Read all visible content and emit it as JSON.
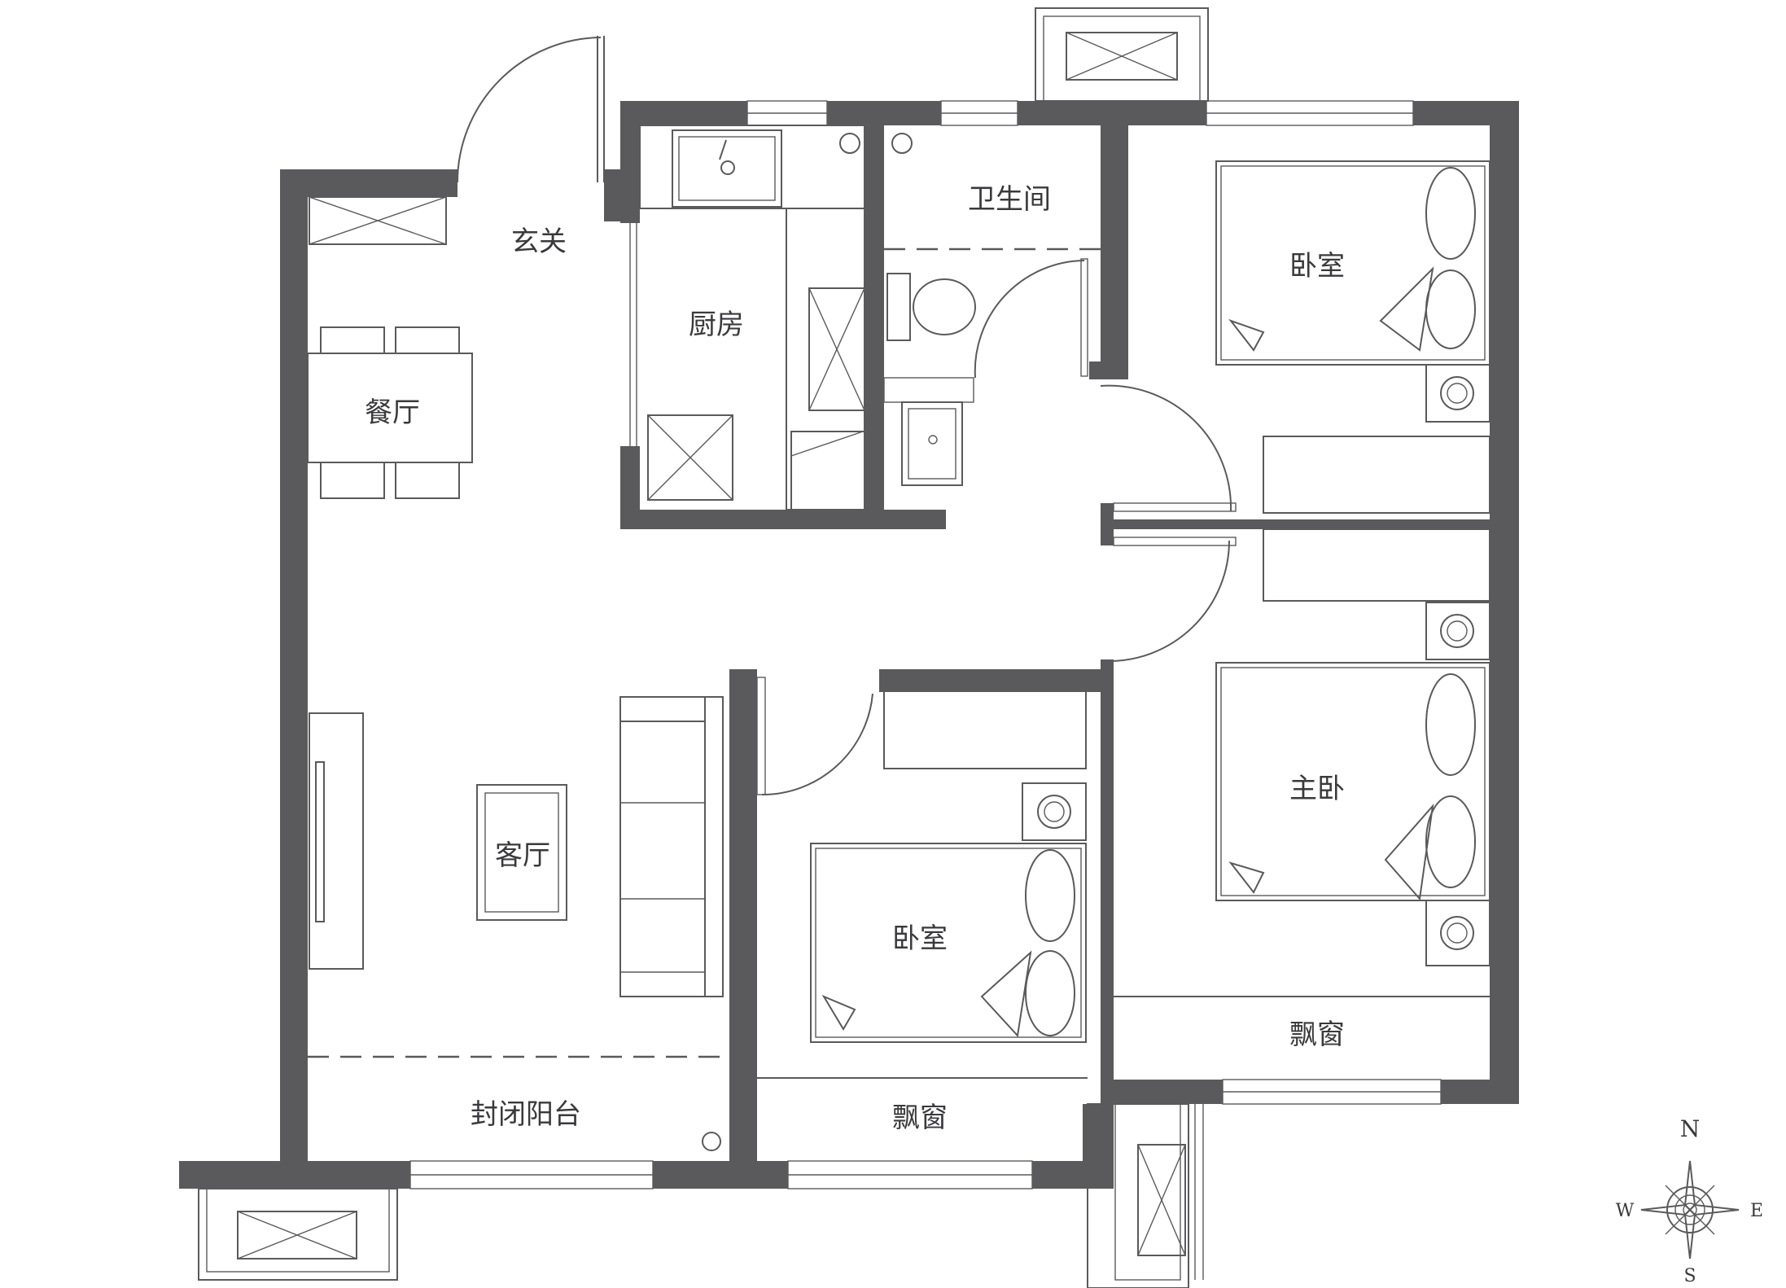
{
  "rooms": {
    "entrance": "玄关",
    "kitchen": "厨房",
    "bathroom": "卫生间",
    "dining": "餐厅",
    "living": "客厅",
    "balcony": "封闭阳台",
    "bedroom_north": "卧室",
    "bedroom_south": "卧室",
    "master_bedroom": "主卧",
    "bay_window_south": "飘窗",
    "bay_window_east": "飘窗"
  },
  "compass": {
    "north": "N",
    "south": "S",
    "east": "E",
    "west": "W"
  },
  "colors": {
    "wall": "#5a5a5c",
    "line": "#5a5a5c",
    "text": "#3a3a3c"
  }
}
